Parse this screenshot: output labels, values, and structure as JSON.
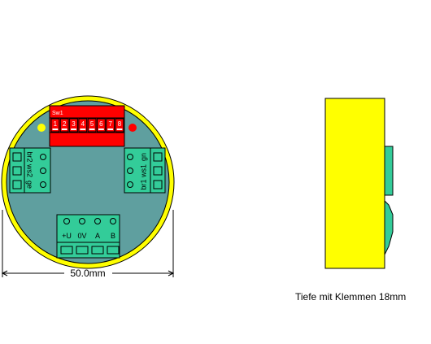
{
  "front_view": {
    "dip_switch": {
      "title": "Sw1",
      "positions": [
        "1",
        "2",
        "3",
        "4",
        "5",
        "6",
        "7",
        "8"
      ]
    },
    "left_terminal_labels": [
      "br2",
      "ws2",
      "ge"
    ],
    "right_terminal_labels": [
      "gn",
      "ws1",
      "br1"
    ],
    "bottom_terminal_labels": [
      "+U",
      "0V",
      "A",
      "B"
    ],
    "dimension_label": "50.0mm",
    "indicators": [
      "yellow",
      "red"
    ]
  },
  "side_view": {
    "caption": "Tiefe mit Klemmen 18mm"
  },
  "colors": {
    "housing_ring": "#ffff00",
    "board": "#5f9f9f",
    "terminal": "#33cc99",
    "dip_switch": "#ff0000",
    "led_yellow": "#ffff00",
    "led_red": "#ff0000"
  }
}
